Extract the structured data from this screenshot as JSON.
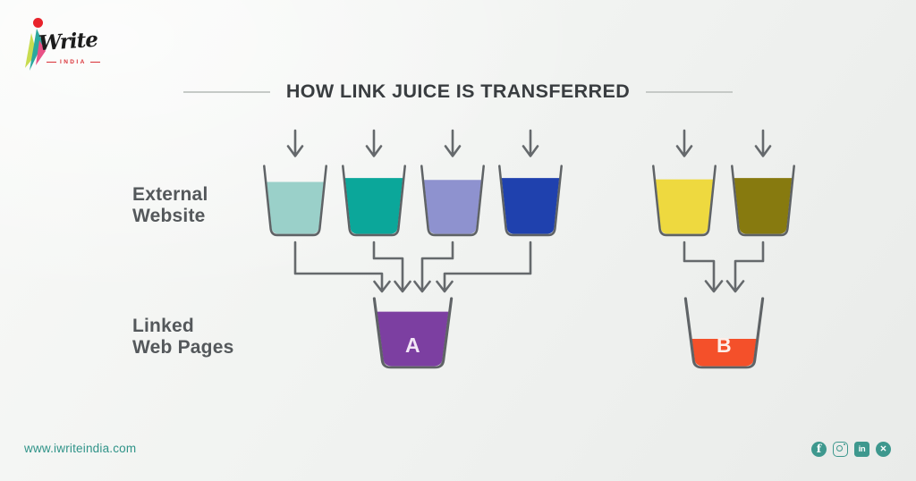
{
  "logo": {
    "brand": "Write",
    "country": "INDIA"
  },
  "title": {
    "text": "HOW LINK JUICE IS TRANSFERRED"
  },
  "colors": {
    "background_start": "#f8f9f7",
    "background_end": "#e9ebe9",
    "title_text": "#393d40",
    "title_rule": "#c6cac7",
    "label_text": "#54585b",
    "arrow": "#65696c",
    "cup_outline": "#5f6366",
    "logo_dot": "#e8232b",
    "logo_country": "#d93036",
    "footer_teal": "#2f9388",
    "social_teal": "#3e988e"
  },
  "diagram": {
    "row_labels": [
      {
        "line1": "External",
        "line2": "Website"
      },
      {
        "line1": "Linked",
        "line2": "Web Pages"
      }
    ],
    "groups": [
      {
        "sources": [
          {
            "name": "external-cup-1",
            "color": "#9ad0c9",
            "level": 0.8
          },
          {
            "name": "external-cup-2",
            "color": "#0ba79a",
            "level": 0.86
          },
          {
            "name": "external-cup-3",
            "color": "#8e92cf",
            "level": 0.83
          },
          {
            "name": "external-cup-4",
            "color": "#1f41ae",
            "level": 0.86
          }
        ],
        "target": {
          "label": "A",
          "color": "#7c3fa1",
          "level": 0.84,
          "label_color": "#f2e6f6"
        }
      },
      {
        "sources": [
          {
            "name": "external-cup-5",
            "color": "#eed93f",
            "level": 0.84
          },
          {
            "name": "external-cup-6",
            "color": "#877a0f",
            "level": 0.86
          }
        ],
        "target": {
          "label": "B",
          "color": "#f4502a",
          "level": 0.42,
          "label_color": "#fdeee8"
        }
      }
    ]
  },
  "footer": {
    "website": "www.iwriteindia.com",
    "social": [
      {
        "name": "facebook",
        "glyph": "f"
      },
      {
        "name": "instagram",
        "glyph": ""
      },
      {
        "name": "linkedin",
        "glyph": "in"
      },
      {
        "name": "x",
        "glyph": "✕"
      }
    ]
  }
}
